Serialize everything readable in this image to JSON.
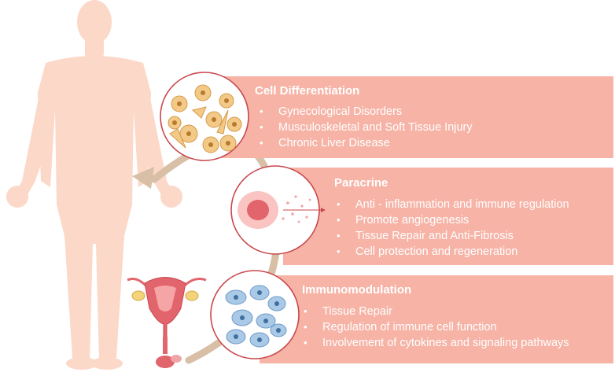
{
  "panels": [
    {
      "title": "Cell Differentiation",
      "items": [
        "Gynecological Disorders",
        "Musculoskeletal and Soft Tissue Injury",
        "Chronic Liver Disease"
      ]
    },
    {
      "title": "Paracrine",
      "items": [
        "Anti - inflammation and immune regulation",
        "Promote angiogenesis",
        "Tissue Repair and Anti-Fibrosis",
        "Cell protection and regeneration"
      ]
    },
    {
      "title": "Immunomodulation",
      "items": [
        "Tissue Repair",
        "Regulation of immune cell function",
        "Involvement of cytokines and signaling pathways"
      ]
    }
  ],
  "colors": {
    "panel": "#f6b3a6",
    "circle_border": "#c9474c",
    "body": "#fbd8c8",
    "arc": "#d8bfa6",
    "fibroblast": "#f3c987",
    "immune_cell": "#a9c9e6",
    "uterus": "#e2646c"
  }
}
